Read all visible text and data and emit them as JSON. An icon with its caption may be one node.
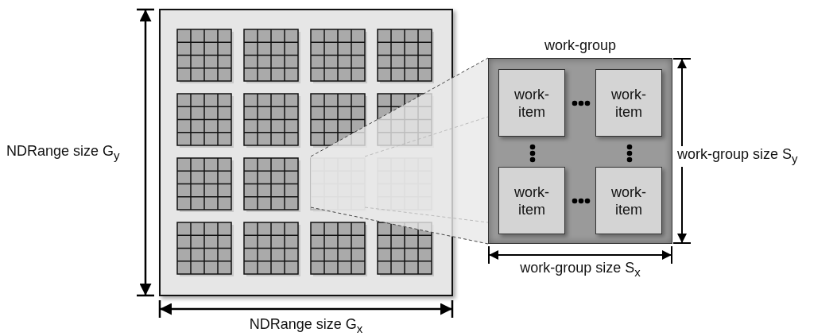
{
  "diagram": {
    "nodes": [
      {
        "text": [],
        "shape": "box"
      },
      {
        "text": [
          "work-group"
        ]
      },
      {
        "text": [
          "work-item"
        ],
        "in": 1
      },
      {
        "text": [
          "work-item"
        ],
        "in": 1
      },
      {
        "text": [
          "work-item"
        ],
        "in": 1
      },
      {
        "text": [
          "work-item"
        ],
        "in": 1
      }
    ],
    "labels": [
      "NDRange size G$_{y}$",
      "work-group size S$_{y}$",
      "work-group size S$_{x}$",
      "NDRange size G$_{x}$"
    ]
  }
}
